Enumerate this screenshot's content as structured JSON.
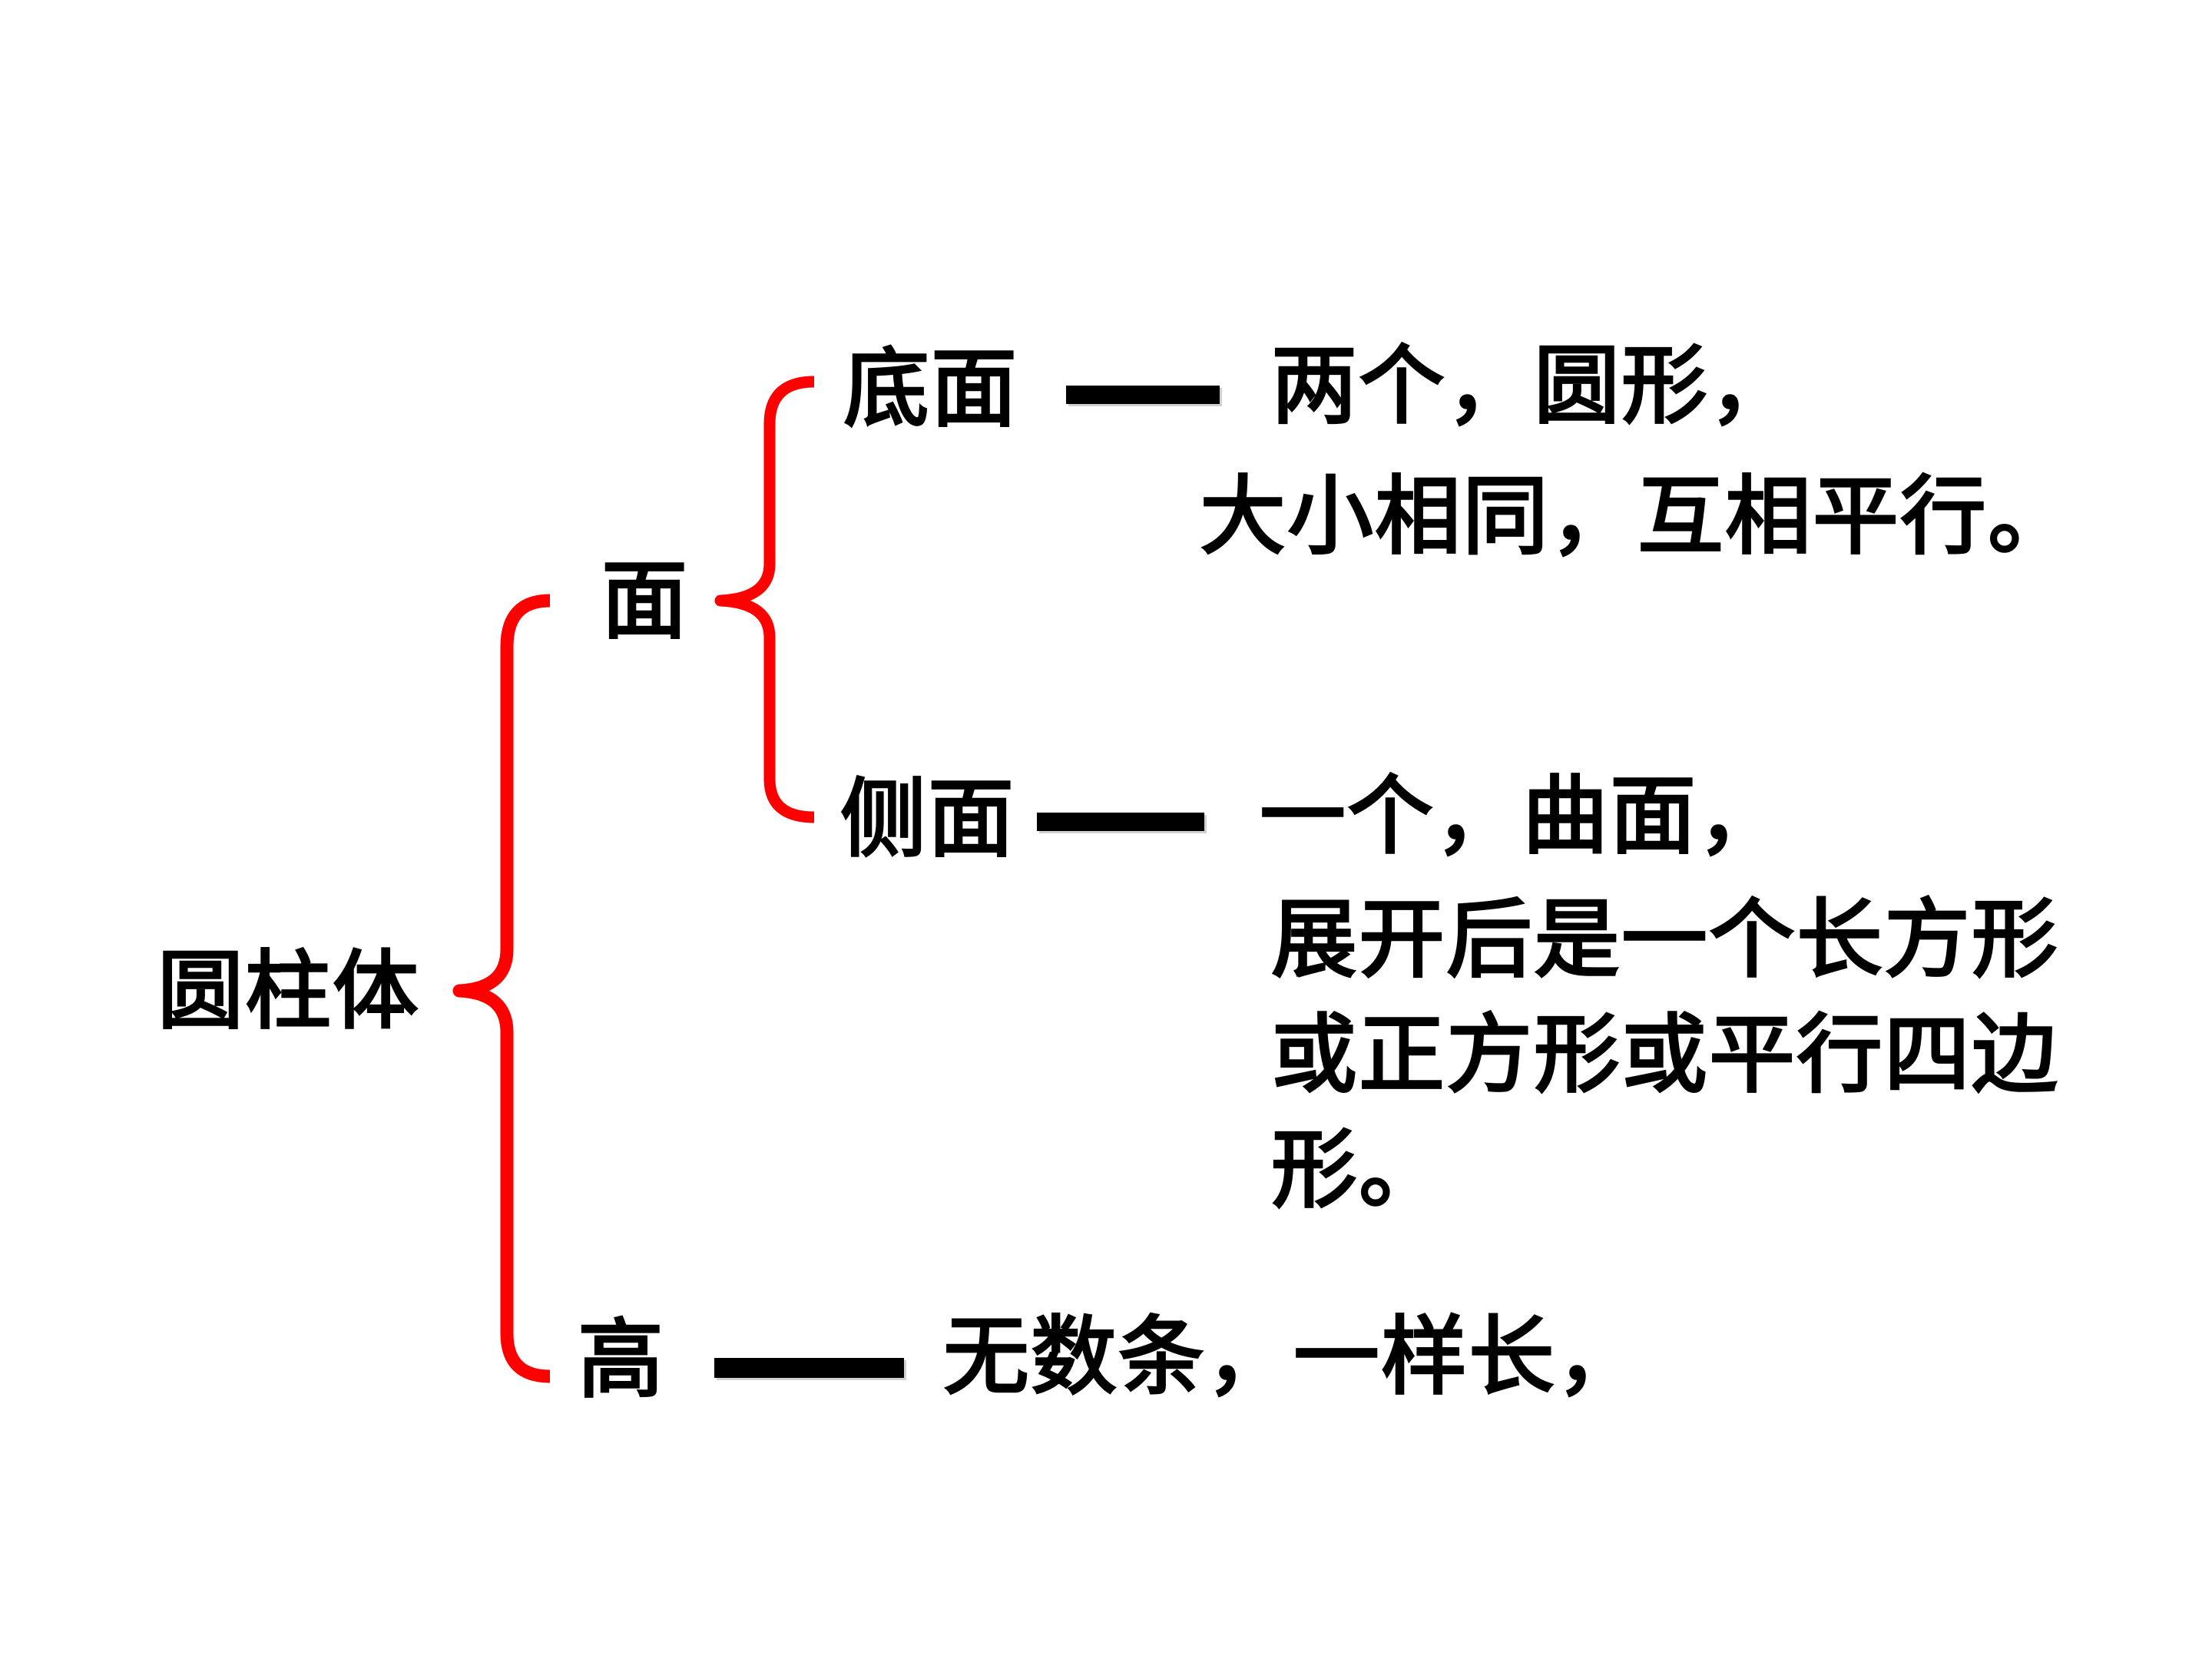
{
  "slide": {
    "background_color": "#ffffff",
    "text_color": "#000000",
    "brace_color": "#fe0000"
  },
  "diagram": {
    "root_label": "圆柱体",
    "face_branch": {
      "label": "面",
      "base_face": {
        "label": "底面",
        "line1": "两个，圆形，",
        "line2": "大小相同，互相平行。"
      },
      "side_face": {
        "label": "侧面",
        "line1": "一个，曲面，",
        "line2": "展开后是一个长方形",
        "line3": "或正方形或平行四边",
        "line4": "形。"
      }
    },
    "height_branch": {
      "label": "高",
      "line1": "无数条，一样长，"
    }
  }
}
